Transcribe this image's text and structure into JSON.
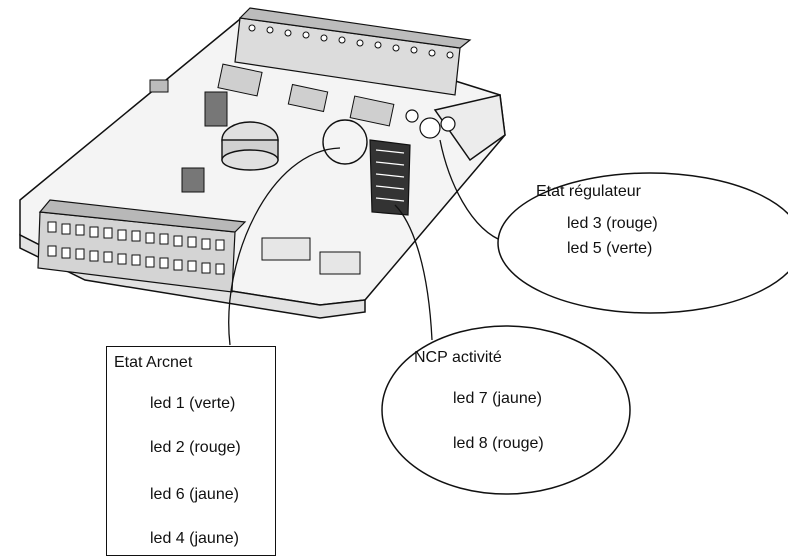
{
  "regulateur": {
    "title": "Etat régulateur",
    "leds": [
      "led 3 (rouge)",
      "led 5 (verte)"
    ]
  },
  "arcnet": {
    "title": "Etat Arcnet",
    "leds": [
      "led 1  (verte)",
      "led 2 (rouge)",
      "led 6 (jaune)",
      "led 4 (jaune)"
    ]
  },
  "ncp": {
    "title": "NCP activité",
    "leds": [
      "led 7 (jaune)",
      "led 8 (rouge)"
    ]
  },
  "colors": {
    "line": "#111111",
    "background": "#ffffff",
    "board_fill": "#f4f4f4"
  }
}
